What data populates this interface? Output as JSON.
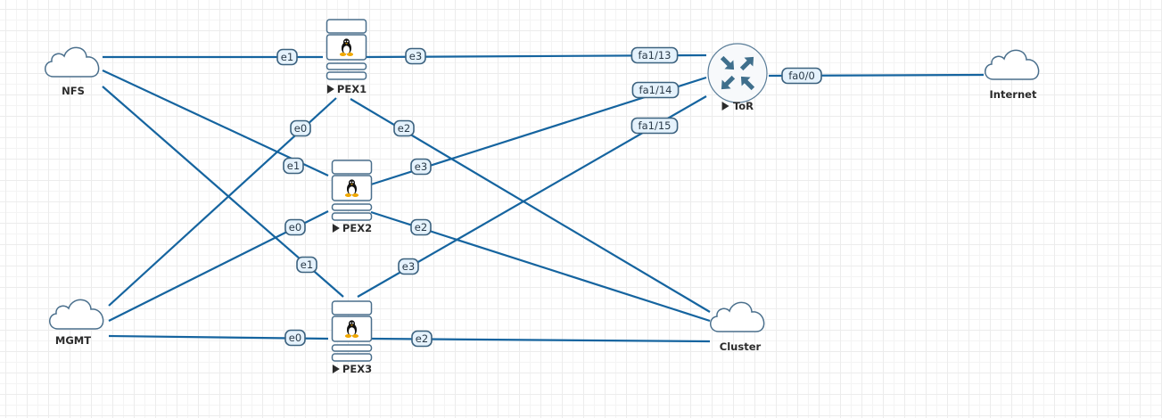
{
  "diagram": {
    "type": "network-topology",
    "colors": {
      "link": "#15649f",
      "badge_fill": "#e5f2fc",
      "badge_border": "#3c627f",
      "node_outline": "#4a6f8c",
      "tux_body": "#111111",
      "tux_feet": "#f0a800"
    },
    "nodes": [
      {
        "id": "nfs",
        "label": "NFS",
        "kind": "cloud",
        "icon": "cloud-icon"
      },
      {
        "id": "mgmt",
        "label": "MGMT",
        "kind": "cloud",
        "icon": "cloud-icon"
      },
      {
        "id": "pex1",
        "label": "PEX1",
        "kind": "linux-server",
        "icon": "linux-tux-icon",
        "running_indicator": "play-icon"
      },
      {
        "id": "pex2",
        "label": "PEX2",
        "kind": "linux-server",
        "icon": "linux-tux-icon",
        "running_indicator": "play-icon"
      },
      {
        "id": "pex3",
        "label": "PEX3",
        "kind": "linux-server",
        "icon": "linux-tux-icon",
        "running_indicator": "play-icon"
      },
      {
        "id": "tor",
        "label": "ToR",
        "kind": "router",
        "icon": "router-arrows-icon",
        "running_indicator": "play-icon"
      },
      {
        "id": "internet",
        "label": "Internet",
        "kind": "cloud",
        "icon": "cloud-icon"
      },
      {
        "id": "cluster",
        "label": "Cluster",
        "kind": "cloud",
        "icon": "cloud-icon"
      }
    ],
    "links": [
      {
        "id": "l1",
        "from": "nfs",
        "to": "pex1",
        "from_port": "",
        "to_port": "e1"
      },
      {
        "id": "l2",
        "from": "pex1",
        "to": "tor",
        "from_port": "e3",
        "to_port": "fa1/13"
      },
      {
        "id": "l3",
        "from": "nfs",
        "to": "pex2",
        "from_port": "",
        "to_port": "e1"
      },
      {
        "id": "l4",
        "from": "nfs",
        "to": "pex3",
        "from_port": "",
        "to_port": "e1"
      },
      {
        "id": "l5",
        "from": "pex1",
        "to": "mgmt",
        "from_port": "e0",
        "to_port": ""
      },
      {
        "id": "l6",
        "from": "pex1",
        "to": "cluster",
        "from_port": "e2",
        "to_port": ""
      },
      {
        "id": "l7",
        "from": "pex2",
        "to": "tor",
        "from_port": "e3",
        "to_port": "fa1/14"
      },
      {
        "id": "l8",
        "from": "pex2",
        "to": "mgmt",
        "from_port": "e0",
        "to_port": ""
      },
      {
        "id": "l9",
        "from": "pex2",
        "to": "cluster",
        "from_port": "e2",
        "to_port": ""
      },
      {
        "id": "l10",
        "from": "pex3",
        "to": "tor",
        "from_port": "e3",
        "to_port": "fa1/15"
      },
      {
        "id": "l11",
        "from": "mgmt",
        "to": "pex3",
        "from_port": "",
        "to_port": "e0"
      },
      {
        "id": "l12",
        "from": "pex3",
        "to": "cluster",
        "from_port": "e2",
        "to_port": ""
      },
      {
        "id": "l13",
        "from": "tor",
        "to": "internet",
        "from_port": "fa0/0",
        "to_port": ""
      }
    ]
  }
}
